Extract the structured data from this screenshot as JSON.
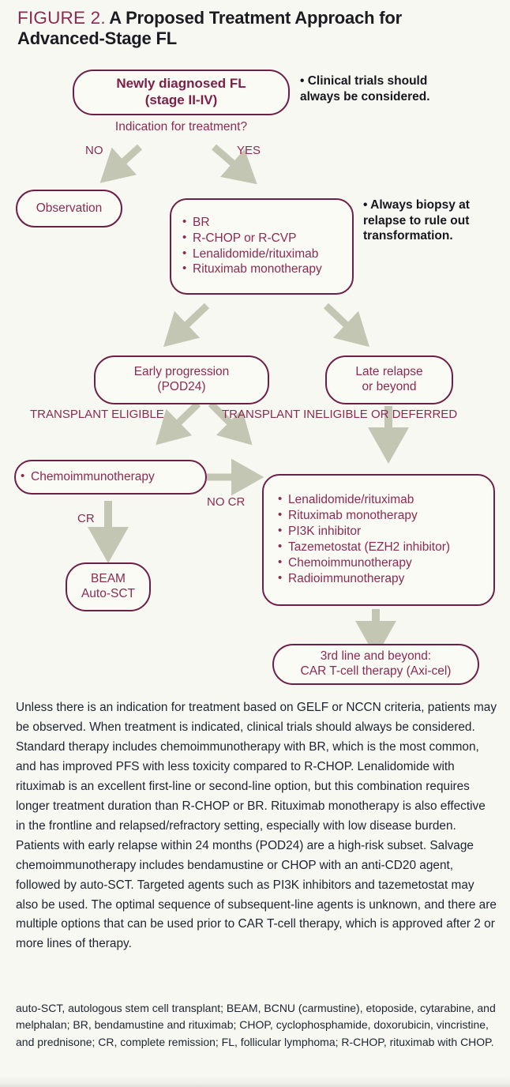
{
  "figure": {
    "number_label": "FIGURE 2.",
    "title": "A Proposed Treatment Approach for Advanced-Stage FL"
  },
  "colors": {
    "accent_maroon": "#8c2a52",
    "border_maroon": "#6e1f46",
    "arrow_sage": "#c3c6b2",
    "page_background": "#f8f8f3",
    "body_text": "#1d2330"
  },
  "flow": {
    "nodes": {
      "newly_diagnosed": {
        "line1": "Newly diagnosed FL",
        "line2": "(stage II-IV)"
      },
      "observation": {
        "line1": "Observation"
      },
      "frontline_options": {
        "items": [
          "BR",
          "R-CHOP or R-CVP",
          "Lenalidomide/rituximab",
          "Rituximab monotherapy"
        ]
      },
      "early_progression": {
        "line1": "Early progression",
        "line2": "(POD24)"
      },
      "late_relapse": {
        "line1": "Late relapse",
        "line2": "or beyond"
      },
      "chemoimmunotherapy": {
        "items": [
          "Chemoimmunotherapy"
        ]
      },
      "beam_autosct": {
        "line1": "BEAM",
        "line2": "Auto-SCT"
      },
      "relapsed_options": {
        "items": [
          "Lenalidomide/rituximab",
          "Rituximab monotherapy",
          "PI3K inhibitor",
          "Tazemetostat (EZH2 inhibitor)",
          "Chemoimmunotherapy",
          "Radioimmunotherapy"
        ]
      },
      "third_line": {
        "line1": "3rd line and beyond:",
        "line2": "CAR T-cell therapy (Axi-cel)"
      }
    },
    "edge_labels": {
      "indication_question": "Indication for treatment?",
      "no": "NO",
      "yes": "YES",
      "transplant_eligible_l1": "TRANSPLANT",
      "transplant_eligible_l2": "ELIGIBLE",
      "transplant_ineligible_l1": "TRANSPLANT",
      "transplant_ineligible_l2": "INELIGIBLE OR",
      "transplant_ineligible_l3": "DEFERRED",
      "cr": "CR",
      "no_cr": "NO CR"
    },
    "notes": {
      "clinical_trials": "• Clinical trials should always be considered.",
      "always_biopsy": "• Always biopsy at relapse to rule out transformation."
    }
  },
  "body": {
    "paragraph": "Unless there is an indication for treatment based on GELF or NCCN criteria, patients may be observed. When treatment is indicated, clinical trials should always be considered. Standard therapy includes chemoimmunotherapy with BR, which is the most common, and has improved PFS with less toxicity compared to R-CHOP. Lenalidomide with rituximab is an excellent first-line or second-line option, but this combination requires longer treatment duration than R-CHOP or BR. Rituximab monotherapy is also effective in the frontline and relapsed/refractory setting, especially with low disease burden. Patients with early relapse within 24 months (POD24) are a high-risk subset. Salvage chemoimmunotherapy includes bendamustine or CHOP with an anti-CD20 agent, followed by auto-SCT. Targeted agents such as PI3K inhibitors and tazemetostat may also be used. The optimal sequence of subsequent-line agents is unknown, and there are multiple options that can be used prior to CAR T-cell therapy, which is approved after 2 or more lines of therapy."
  },
  "abbreviations": {
    "text": "auto-SCT, autologous stem cell transplant; BEAM, BCNU (carmustine), etoposide, cytarabine, and melphalan; BR, bendamustine and rituximab; CHOP, cyclophosphamide, doxorubicin, vincristine, and prednisone; CR, complete remission; FL, follicular lymphoma; R-CHOP, rituximab with CHOP."
  }
}
